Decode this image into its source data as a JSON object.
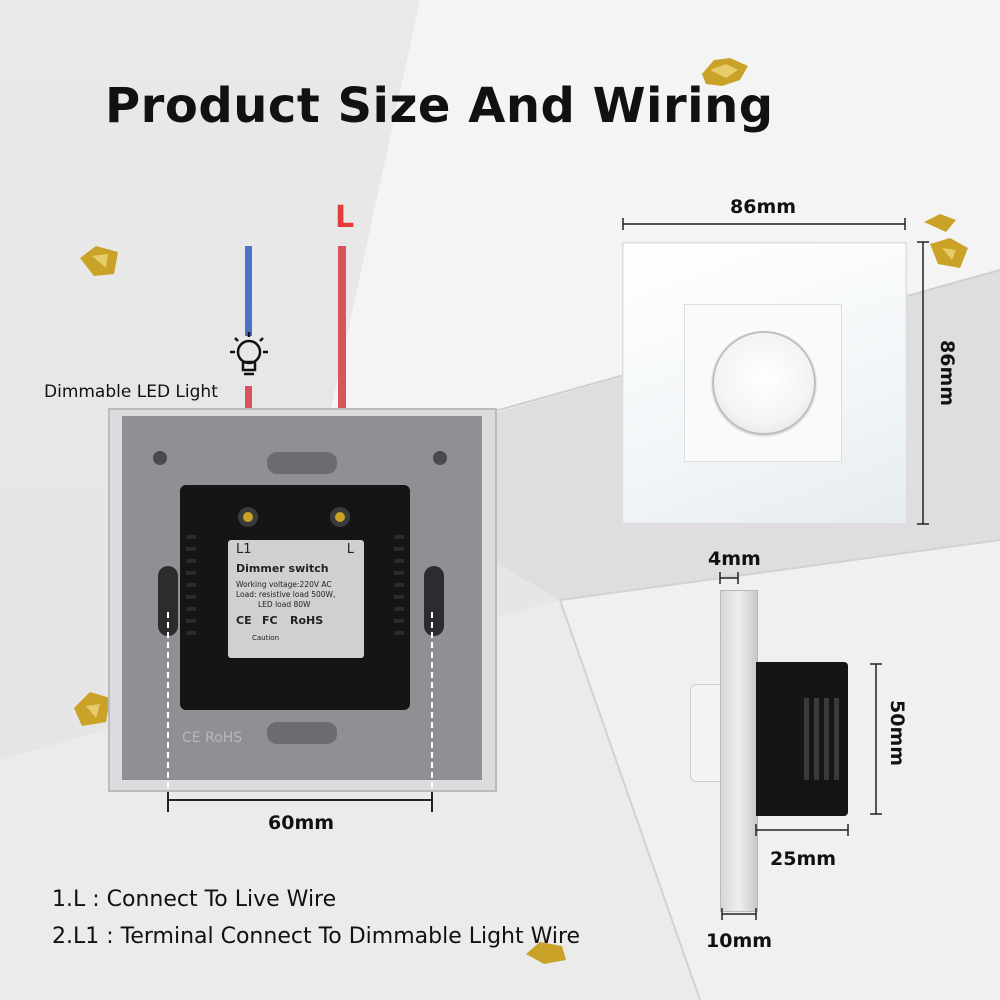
{
  "title": "Product Size And Wiring",
  "wiring": {
    "live_label": "L",
    "light_label": "Dimmable LED Light"
  },
  "module_label": {
    "terminal_left": "L1",
    "terminal_right": "L",
    "heading": "Dimmer switch",
    "line1": "Working voltage:220V AC",
    "line2": "Load: resistive load 500W,",
    "line3": "LED load 80W",
    "certifications": [
      "CE",
      "FC",
      "RoHS"
    ],
    "caution": "Caution"
  },
  "dimensions": {
    "width_front": "86mm",
    "height_front": "86mm",
    "mount_spacing": "60mm",
    "glass_thickness": "4mm",
    "body_height": "50mm",
    "body_depth": "25mm",
    "plate_thickness": "10mm"
  },
  "notes": [
    "1.L : Connect To Live Wire",
    "2.L1 : Terminal Connect To Dimmable Light Wire"
  ],
  "colors": {
    "live_wire": "#d9535f",
    "neutral_wire": "#4b72c6",
    "live_label": "#e43b3b",
    "gold_flake": "#c9a227"
  },
  "icons": {
    "bulb": "light-bulb-icon",
    "gold": "gold-flake-decoration"
  }
}
